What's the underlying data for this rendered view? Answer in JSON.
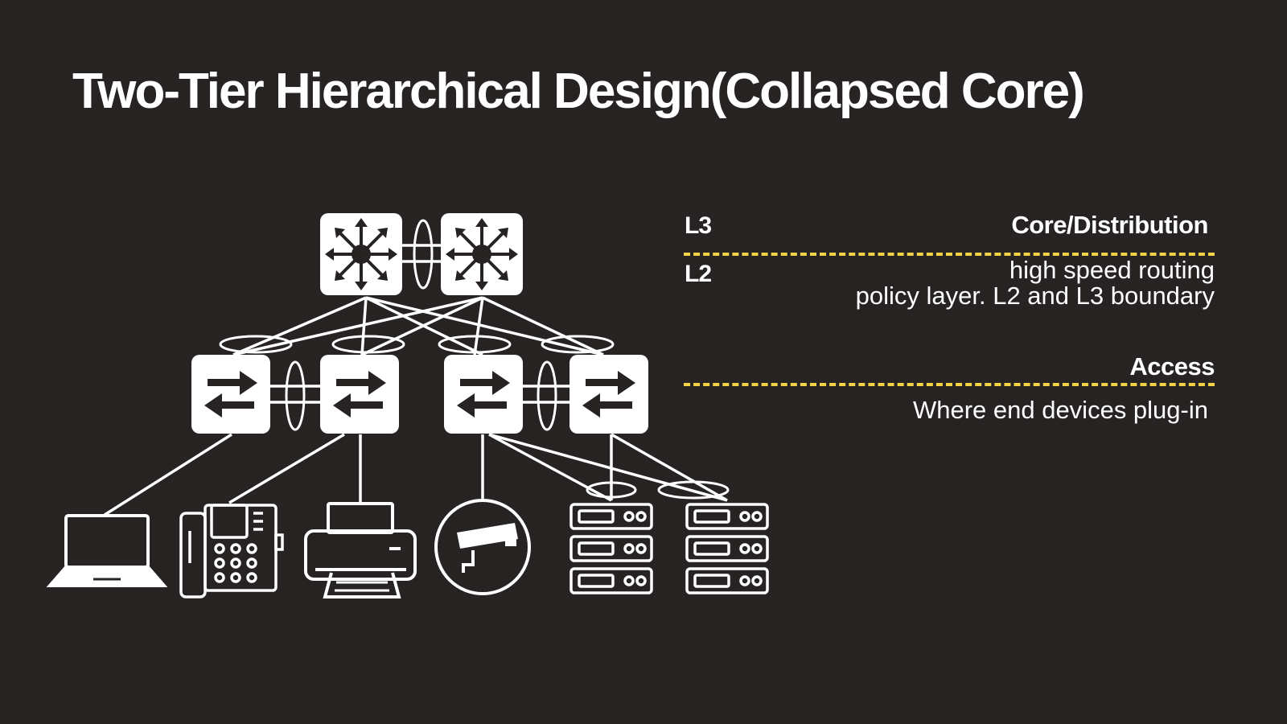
{
  "title": "Two-Tier Hierarchical Design(Collapsed Core)",
  "colors": {
    "background": "#262322",
    "foreground": "#ffffff",
    "divider": "#f2d246"
  },
  "layers": {
    "l3_tag": "L3",
    "l2_tag": "L2",
    "core": {
      "name": "Core/Distribution",
      "description_line1": "high speed routing",
      "description_line2": "policy layer. L2 and L3 boundary"
    },
    "access": {
      "name": "Access",
      "description": "Where end devices plug-in"
    }
  },
  "icons": {
    "core_switch": "multilayer-switch-icon",
    "access_switch": "layer2-switch-icon",
    "laptop": "laptop-icon",
    "phone": "ip-phone-icon",
    "printer": "printer-icon",
    "camera": "security-camera-icon",
    "server": "server-rack-icon"
  }
}
